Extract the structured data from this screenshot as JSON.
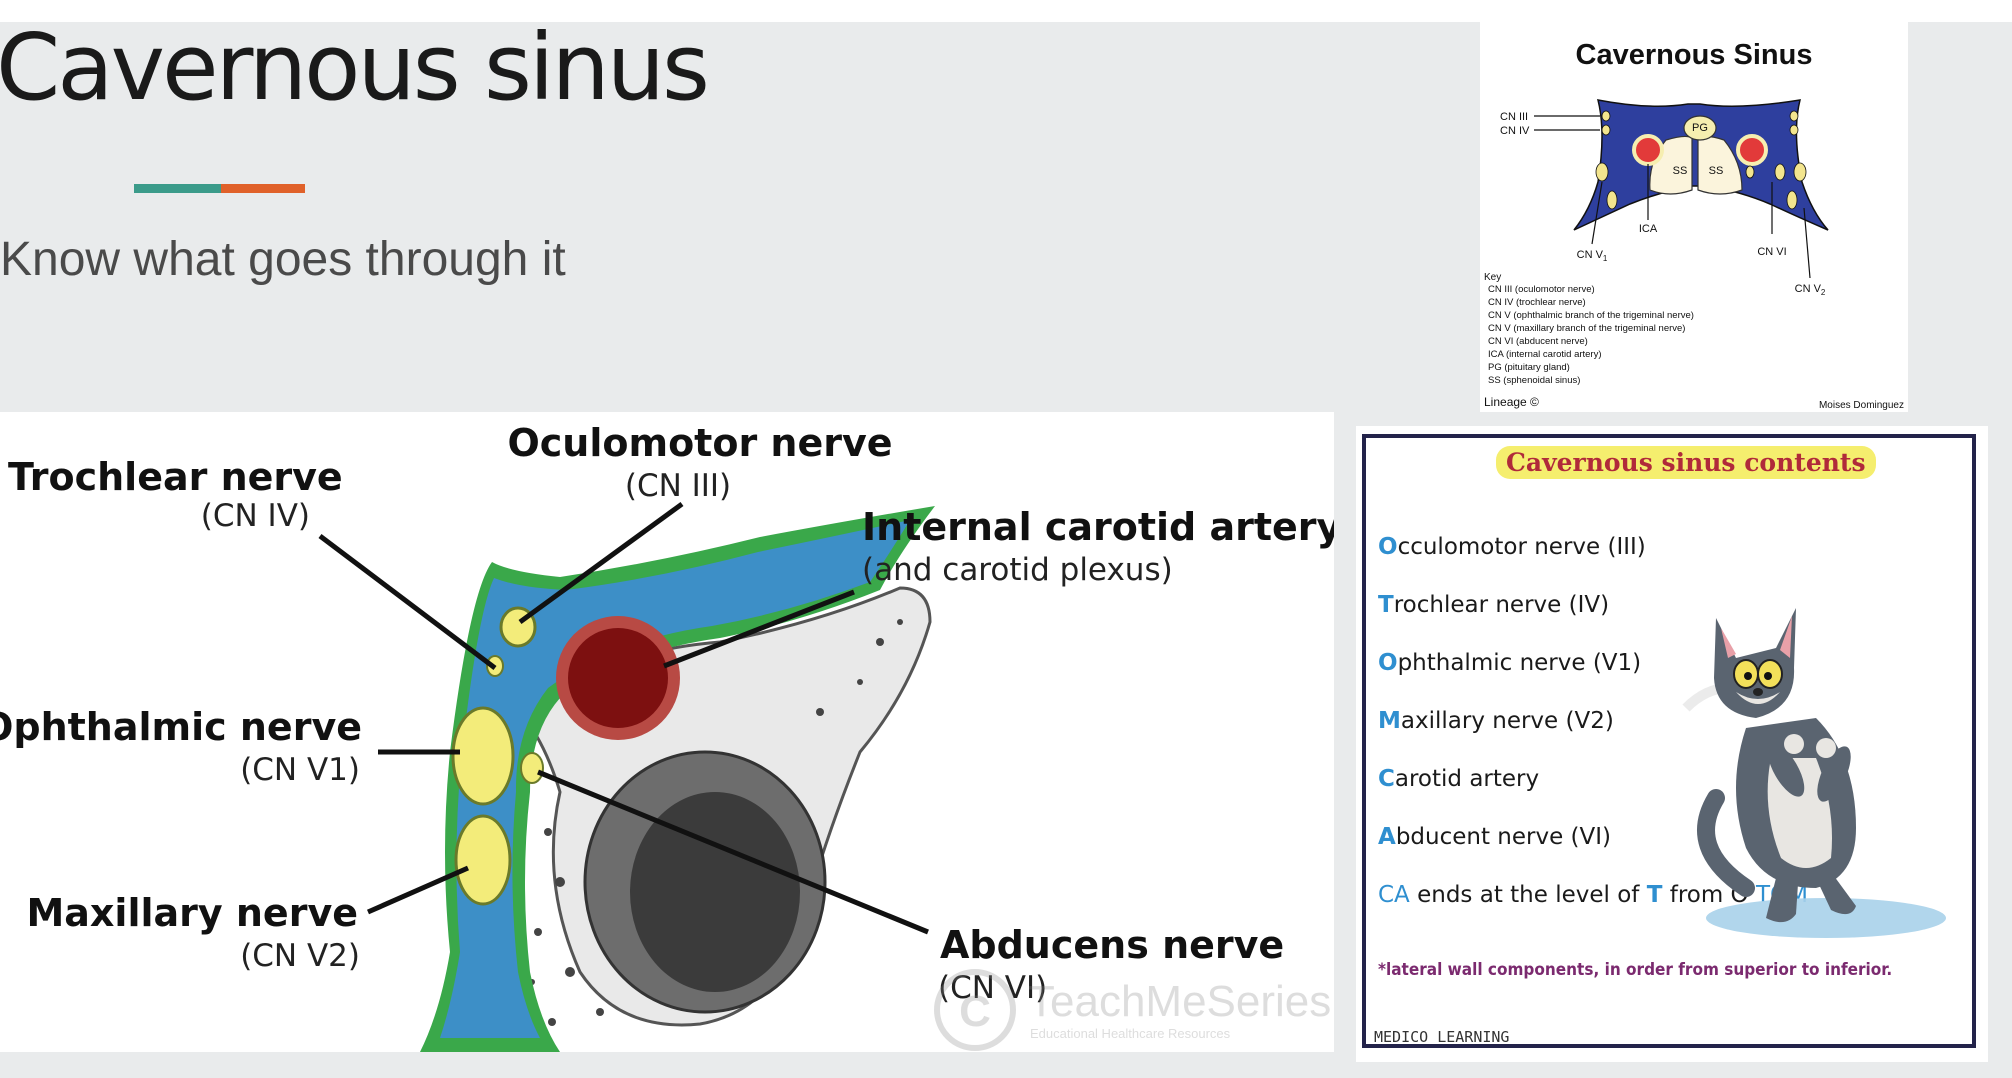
{
  "slide": {
    "title": "Cavernous sinus",
    "subtitle": "Know what goes through it"
  },
  "schematic": {
    "title": "Cavernous Sinus",
    "labels": {
      "cn3": "CN III",
      "cn4": "CN IV",
      "pg": "PG",
      "ss1": "SS",
      "ss2": "SS",
      "ica": "ICA",
      "cnv1": "CN V",
      "cnv1_sub": "1",
      "cn6": "CN VI",
      "cnv2": "CN V",
      "cnv2_sub": "2"
    },
    "key_heading": "Key",
    "key": [
      "CN III (oculomotor nerve)",
      "CN IV (trochlear nerve)",
      "CN V  (ophthalmic branch of the trigeminal nerve)",
      "CN V  (maxillary branch of the trigeminal nerve)",
      "CN VI (abducent nerve)",
      "ICA (internal carotid artery)",
      "PG (pituitary gland)",
      "SS (sphenoidal sinus)"
    ],
    "credit_left": "Lineage ©",
    "credit_right": "Moises Dominguez"
  },
  "diagram": {
    "oculomotor": {
      "name": "Oculomotor nerve",
      "sub": "(CN III)"
    },
    "trochlear": {
      "name": "Trochlear nerve",
      "sub": "(CN IV)"
    },
    "carotid": {
      "name": "Internal carotid artery",
      "sub": "(and carotid plexus)"
    },
    "ophthalmic": {
      "name": "Ophthalmic nerve",
      "sub": "(CN V1)"
    },
    "maxillary": {
      "name": "Maxillary nerve",
      "sub": "(CN V2)"
    },
    "abducens": {
      "name": "Abducens nerve",
      "sub": "(CN VI)"
    },
    "watermark": "TeachMeSeries",
    "watermark_sub": "Educational Healthcare Resources"
  },
  "contents": {
    "title": "Cavernous sinus contents",
    "items": [
      {
        "initial": "O",
        "rest": "cculomotor nerve (III)"
      },
      {
        "initial": "T",
        "rest": "rochlear nerve (IV)"
      },
      {
        "initial": "O",
        "rest": "phthalmic nerve (V1)"
      },
      {
        "initial": "M",
        "rest": "axillary nerve (V2)"
      },
      {
        "initial": "C",
        "rest": "arotid artery"
      },
      {
        "initial": "A",
        "rest": "bducent nerve (VI)"
      }
    ],
    "mnemonic": {
      "ca": "CA",
      "middle": " ends at the level of ",
      "t": "T",
      "from": " from O ",
      "tom": "TOM"
    },
    "footnote": "*lateral wall components, in order from superior to inferior.",
    "brand": "MEDICO LEARNING"
  },
  "colors": {
    "sinus_blue": "#3d8fc7",
    "wall_green": "#3aa84a",
    "nerve_yellow": "#f3ec7a",
    "artery_red": "#8a1414",
    "accent_teal": "#3b9b8a",
    "accent_orange": "#e0612a",
    "schematic_blue": "#2e3f9e"
  }
}
